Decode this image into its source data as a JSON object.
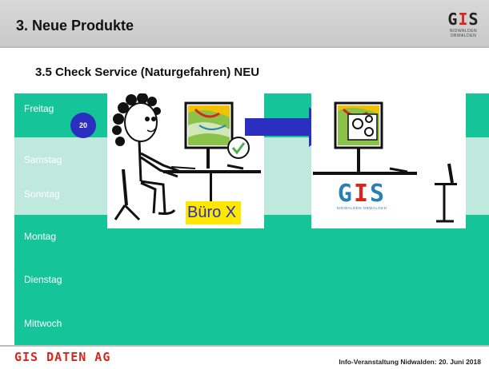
{
  "header": {
    "title": "3. Neue Produkte"
  },
  "logo": {
    "text_pre": "G",
    "text_i": "I",
    "text_post": "S",
    "subtitle": "NIDWALDEN OBWALDEN"
  },
  "slide": {
    "subtitle": "3.5 Check Service (Naturgefahren) NEU"
  },
  "calendar": {
    "days": [
      {
        "label": "Freitag"
      },
      {
        "label": "Samstag"
      },
      {
        "label": "Sonntag"
      },
      {
        "label": "Montag"
      },
      {
        "label": "Dienstag"
      },
      {
        "label": "Mittwoch"
      }
    ],
    "badge": "20"
  },
  "illustration": {
    "office_label": "Büro X",
    "panel_logo_text_pre": "G",
    "panel_logo_text_i": "I",
    "panel_logo_text_post": "S",
    "panel_logo_subtitle": "NIDWALDEN OBWALDEN",
    "accent_colors": {
      "arrow": "#2a2fbf",
      "check": "#4caf50",
      "highlight": "#ffe700"
    }
  },
  "footer": {
    "company": "GIS DATEN AG",
    "event": "Info-Veranstaltung Nidwalden: 20. Juni 2018"
  }
}
